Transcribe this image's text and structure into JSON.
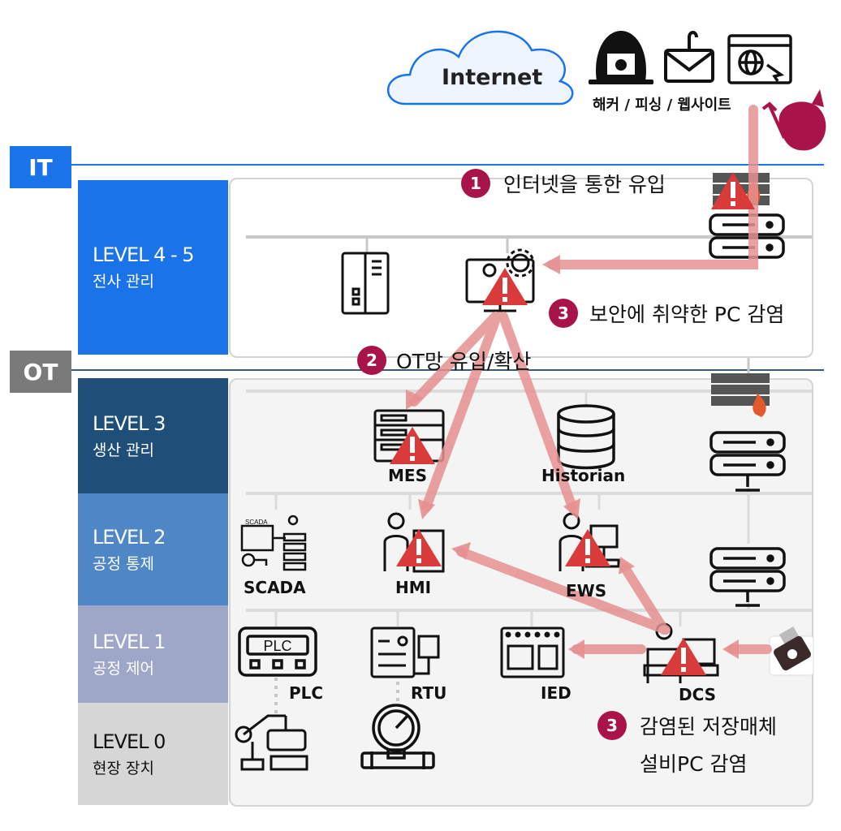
{
  "internet": {
    "label": "Internet"
  },
  "threats": {
    "label": "해커 / 피싱 / 웹사이트"
  },
  "zones": {
    "it": "IT",
    "ot": "OT"
  },
  "levels": [
    {
      "title": "LEVEL 4 - 5",
      "subtitle": "전사 관리",
      "color": "#1a73e8"
    },
    {
      "title": "LEVEL 3",
      "subtitle": "생산 관리",
      "color": "#1f4e79"
    },
    {
      "title": "LEVEL 2",
      "subtitle": "공정 통제",
      "color": "#4f86c6"
    },
    {
      "title": "LEVEL 1",
      "subtitle": "공정 제어",
      "color": "#9ea7c7"
    },
    {
      "title": "LEVEL 0",
      "subtitle": "현장 장치",
      "color": "#d6d6d6"
    }
  ],
  "callouts": {
    "c1": {
      "num": "1",
      "text": "인터넷을 통한 유입"
    },
    "c2": {
      "num": "2",
      "text": "OT망 유입/확산"
    },
    "c3a": {
      "num": "3",
      "text": "보안에 취약한 PC 감염"
    },
    "c3b": {
      "num": "3",
      "line1": "감염된 저장매체",
      "line2": "설비PC 감염"
    }
  },
  "devices": {
    "mes": "MES",
    "historian": "Historian",
    "scada": "SCADA",
    "scada_screen": "SCADA",
    "hmi": "HMI",
    "ews": "EWS",
    "plc": "PLC",
    "plc_display": "PLC",
    "rtu": "RTU",
    "ied": "IED",
    "dcs": "DCS"
  }
}
